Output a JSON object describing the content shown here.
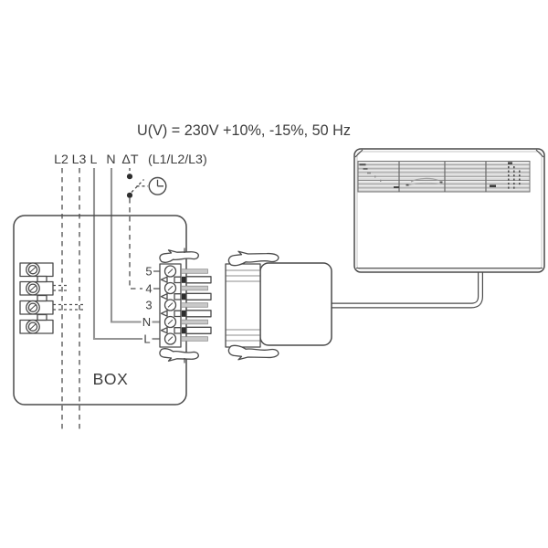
{
  "title": "U(V) = 230V +10%, -15%, 50 Hz",
  "supply_labels": {
    "l2": "L2",
    "l3": "L3",
    "l": "L",
    "n": "N",
    "dt": "ΔT",
    "phases": "(L1/L2/L3)"
  },
  "box": {
    "label": "BOX"
  },
  "connector": {
    "pins": [
      "5",
      "4",
      "3",
      "N",
      "L"
    ]
  },
  "icons": {
    "timer": "clock-icon",
    "screw": "screw-terminal-icon"
  },
  "colors": {
    "line": "#4a4a4a",
    "wire_solid": "#949494",
    "text": "#3d3d3d",
    "grille_fill": "#efefef",
    "slat_shadow": "#d4d4d4",
    "background": "#ffffff"
  }
}
